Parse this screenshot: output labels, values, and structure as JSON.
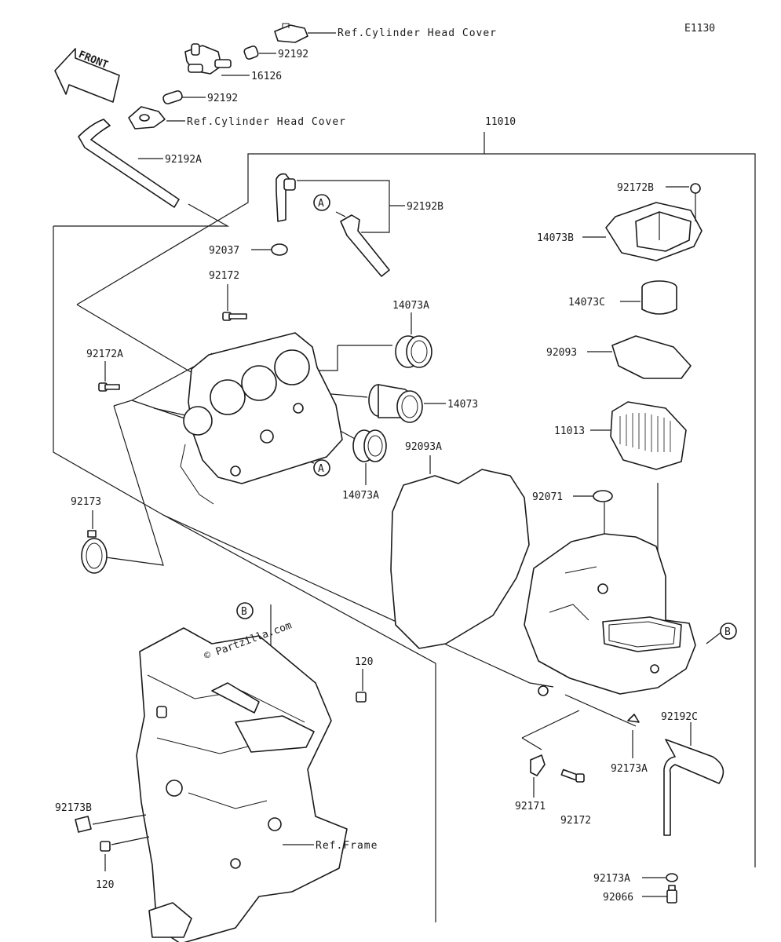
{
  "diagram_id": "E1130",
  "front_label": "FRONT",
  "watermark": "© Partzilla.com",
  "labels": {
    "ref_head_top": "Ref.Cylinder Head Cover",
    "ref_head_bottom": "Ref.Cylinder Head Cover",
    "p92192_top": "92192",
    "p16126": "16126",
    "p92192_mid": "92192",
    "p92192A": "92192A",
    "p11010": "11010",
    "p92192B": "92192B",
    "p92037": "92037",
    "p92172": "92172",
    "p14073A_top": "14073A",
    "p92172A": "92172A",
    "p14073": "14073",
    "p14073A_bot": "14073A",
    "p92093A": "92093A",
    "p92173": "92173",
    "p92172B": "92172B",
    "p14073B": "14073B",
    "p14073C": "14073C",
    "p92093": "92093",
    "p11013": "11013",
    "p92071": "92071",
    "p120_top": "120",
    "p92192C": "92192C",
    "p92173A_top": "92173A",
    "p92171": "92171",
    "p92172_bot": "92172",
    "p92173B": "92173B",
    "p120_bot": "120",
    "ref_frame": "Ref.Frame",
    "p92173A_bot": "92173A",
    "p92066": "92066"
  },
  "callouts": {
    "a1": "A",
    "a2": "A",
    "b1": "B",
    "b2": "B"
  }
}
